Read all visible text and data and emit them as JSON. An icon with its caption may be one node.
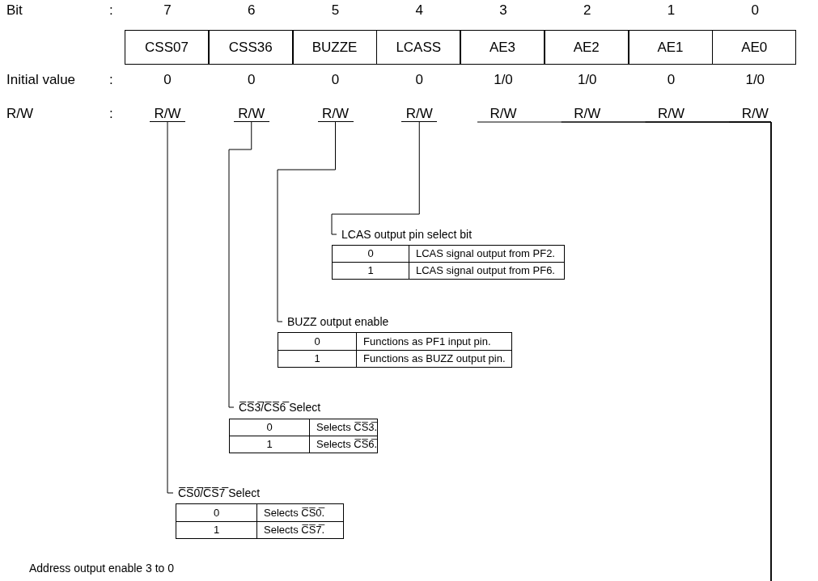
{
  "diagram": {
    "nodes": [
      {
        "text": [
          "CSS07"
        ]
      },
      {
        "text": [
          "CSS36"
        ]
      },
      {
        "text": [
          "BUZZE"
        ]
      },
      {
        "text": [
          "LCASS"
        ]
      },
      {
        "text": [
          "AE3"
        ]
      },
      {
        "text": [
          "AE2"
        ]
      },
      {
        "text": [
          "AE1"
        ]
      },
      {
        "text": [
          "AE0"
        ]
      },
      {
        "text": [
          "R/W"
        ]
      },
      {
        "text": [
          "R/W"
        ]
      },
      {
        "text": [
          "R/W"
        ]
      },
      {
        "text": [
          "R/W"
        ]
      },
      {
        "text": [
          "R/W"
        ]
      },
      {
        "text": [
          "R/W"
        ]
      },
      {
        "text": [
          "R/W"
        ]
      },
      {
        "text": [
          "R/W"
        ]
      },
      {
        "text": [
          "LCAS output pin select bit"
        ]
      },
      {
        "text": [
          "0",
          "LCAS signal output from PF2.",
          "1",
          "LCAS signal output from PF6."
        ]
      },
      {
        "text": [
          "BUZZ output enable"
        ]
      },
      {
        "text": [
          "0",
          "Functions as PF1 input pin.",
          "1",
          "Functions as BUZZ output pin."
        ]
      },
      {
        "text": [
          "C̅S̅3̅/C̅S̅6̅ Select"
        ]
      },
      {
        "text": [
          "0",
          "Selects C̅S̅3̅.",
          "1",
          "Selects C̅S̅6̅."
        ]
      },
      {
        "text": [
          "C̅S̅0̅/C̅S̅7̅ Select"
        ]
      },
      {
        "text": [
          "0",
          "Selects C̅S̅0̅.",
          "1",
          "Selects C̅S̅7̅."
        ]
      },
      {
        "text": [
          "Address output enable 3 to 0"
        ]
      }
    ],
    "edges": [
      {
        "from": 8,
        "to": 22,
        "arrow": "none"
      },
      {
        "from": 9,
        "to": 20,
        "arrow": "none"
      },
      {
        "from": 10,
        "to": 18,
        "arrow": "none"
      },
      {
        "from": 11,
        "to": 16,
        "arrow": "none"
      },
      {
        "from": 12,
        "to": null,
        "arrow": "none"
      },
      {
        "from": 13,
        "to": null,
        "arrow": "none"
      },
      {
        "from": 14,
        "to": null,
        "arrow": "none"
      },
      {
        "from": 15,
        "to": null,
        "arrow": "none"
      }
    ],
    "labels": [
      "Bit",
      ":",
      "7",
      "6",
      "5",
      "4",
      "3",
      "2",
      "1",
      "0",
      "Initial value",
      ":",
      "0",
      "0",
      "0",
      "0",
      "1/0",
      "1/0",
      "0",
      "1/0",
      "R/W",
      ":"
    ]
  }
}
